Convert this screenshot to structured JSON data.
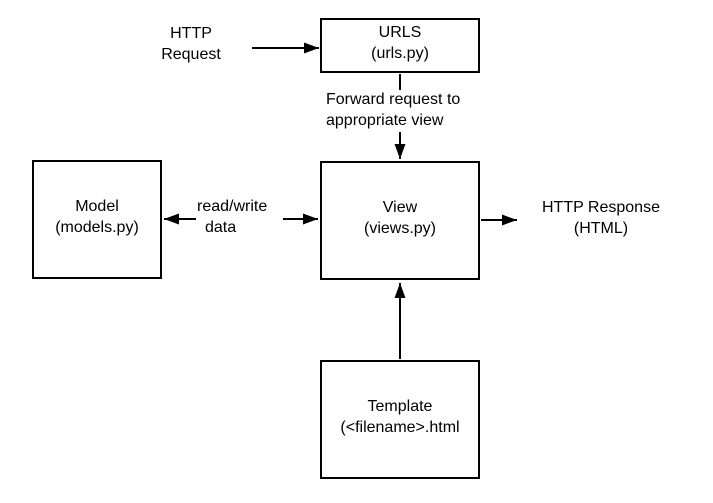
{
  "colors": {
    "background": "#ffffff",
    "line": "#000000",
    "text": "#000000"
  },
  "boxes": {
    "urls": {
      "text": "URLS\n(urls.py)"
    },
    "model": {
      "text": "Model\n(models.py)"
    },
    "view": {
      "text": "View\n(views.py)"
    },
    "template": {
      "text": "Template\n(<filename>.html"
    }
  },
  "labels": {
    "http_request": "HTTP\nRequest",
    "forward": "Forward request to\nappropriate view",
    "read_write_line1": "read/write",
    "read_write_line2": "data",
    "http_response": "HTTP Response\n(HTML)"
  },
  "connections": [
    {
      "from": "HTTP Request",
      "to": "URLS (urls.py)",
      "label": "",
      "style": "arrow-right"
    },
    {
      "from": "URLS (urls.py)",
      "to": "View (views.py)",
      "label": "Forward request to appropriate view",
      "style": "arrow-down"
    },
    {
      "from": "View (views.py)",
      "to": "Model (models.py)",
      "label": "read/write data",
      "style": "arrow-double"
    },
    {
      "from": "View (views.py)",
      "to": "HTTP Response (HTML)",
      "label": "",
      "style": "arrow-right"
    },
    {
      "from": "Template (<filename>.html",
      "to": "View (views.py)",
      "label": "",
      "style": "arrow-up"
    }
  ]
}
